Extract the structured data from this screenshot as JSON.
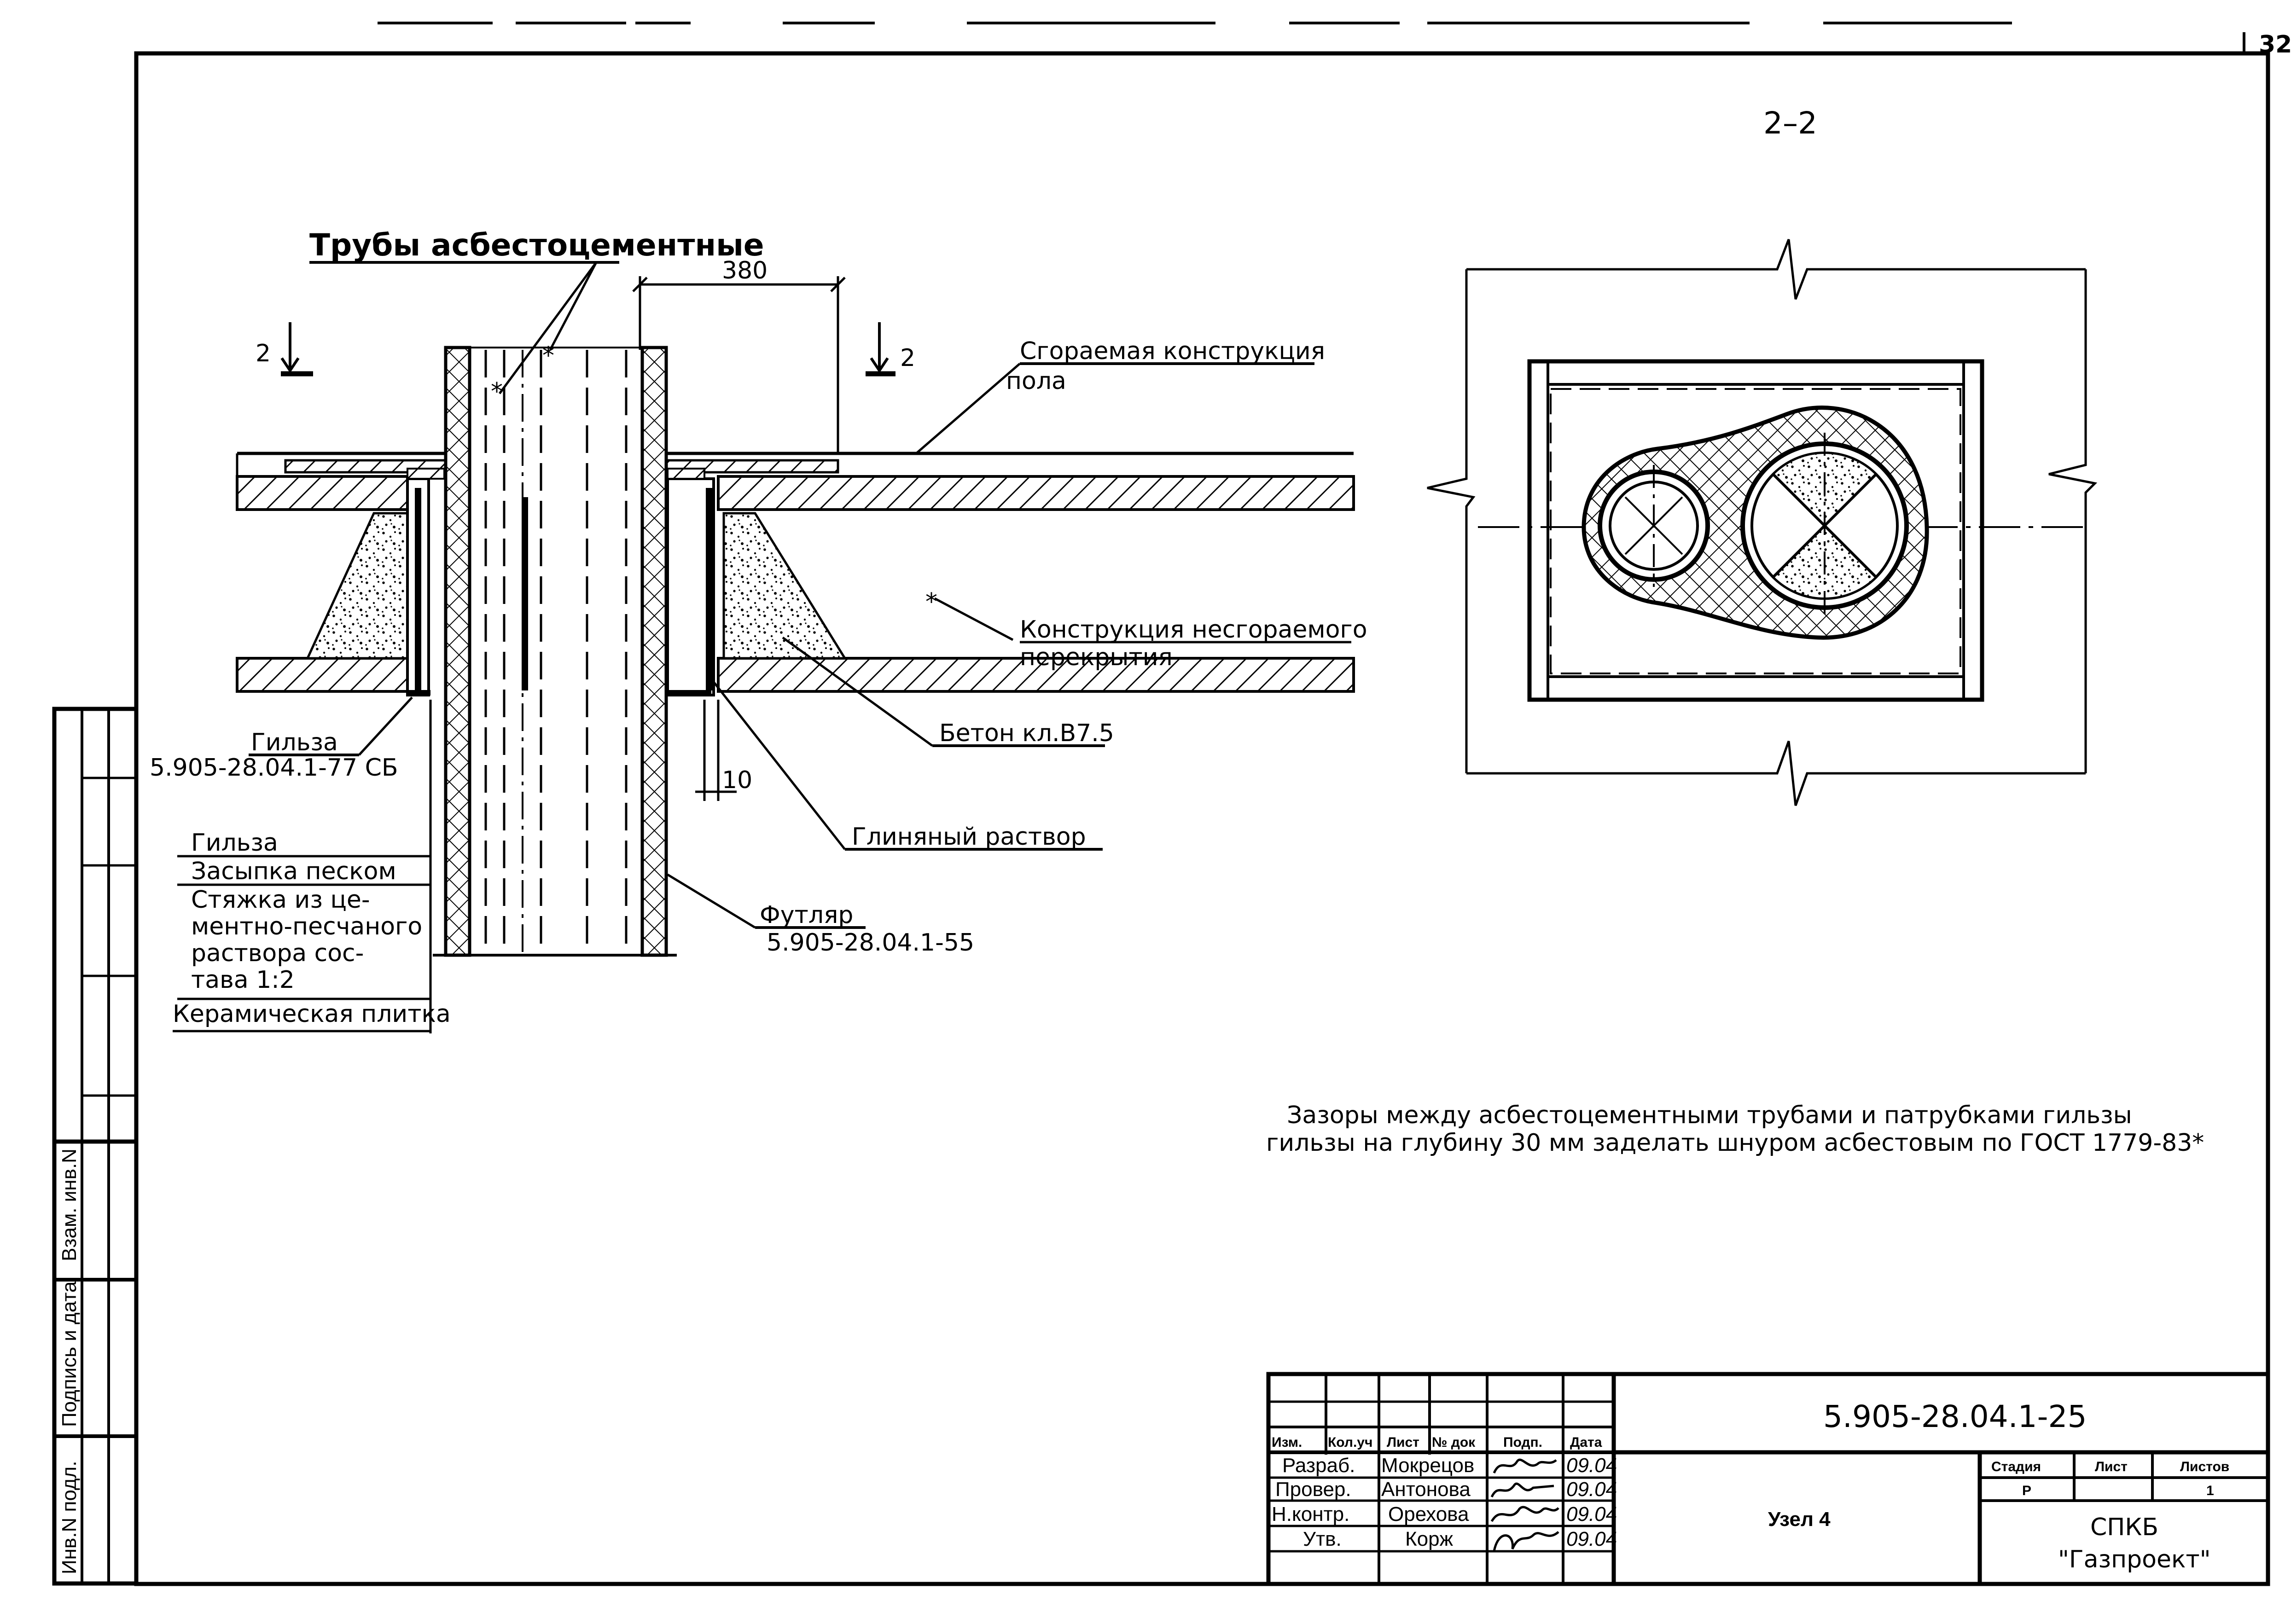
{
  "sheet": {
    "page_number": "32",
    "section_label": "2–2",
    "section_mark": "2"
  },
  "labels": {
    "pipes": "Трубы асбестоцементные",
    "dim_380": "380",
    "dim_10": "10",
    "combustible_floor_1": "Сгораемая конструкция",
    "combustible_floor_2": "пола",
    "noncomb_1": "Конструкция несгораемого",
    "noncomb_2": "перекрытия",
    "concrete": "Бетон кл.В7.5",
    "clay": "Глиняный раствор",
    "sleeve_top": "Гильза",
    "sleeve_code": "5.905-28.04.1-77 СБ",
    "case_label": "Футляр",
    "case_code": "5.905-28.04.1-55",
    "legend": [
      "Гильза",
      "Засыпка песком",
      "Стяжка из це-",
      "ментно-песчаного",
      "раствора сос-",
      "тава 1:2",
      "Керамическая плитка"
    ]
  },
  "note": {
    "line1": "Зазоры между асбестоцементными трубами и патрубками гильзы",
    "line2": "гильзы на глубину 30 мм заделать шнуром асбестовым по ГОСТ 1779-83*"
  },
  "side_stamp": {
    "vzam": "Взам. инв.N",
    "podpis": "Подпись и дата",
    "inv": "Инв.N подл."
  },
  "title_block": {
    "doc_code": "5.905-28.04.1-25",
    "title": "Узел 4",
    "org_1": "СПКБ",
    "org_2": "\"Газпроект\"",
    "headers": [
      "Изм.",
      "Кол.уч",
      "Лист",
      "№ док",
      "Подп.",
      "Дата"
    ],
    "stage_header": "Стадия",
    "sheet_header": "Лист",
    "sheets_header": "Листов",
    "stage_value": "Р",
    "sheet_value": "",
    "sheets_value": "1",
    "rows": [
      {
        "role": "Разраб.",
        "name": "Мокрецов",
        "date": "09.04"
      },
      {
        "role": "Провер.",
        "name": "Антонова",
        "date": "09.04"
      },
      {
        "role": "Н.контр.",
        "name": "Орехова",
        "date": "09.04"
      },
      {
        "role": "Утв.",
        "name": "Корж",
        "date": "09.04"
      }
    ]
  }
}
